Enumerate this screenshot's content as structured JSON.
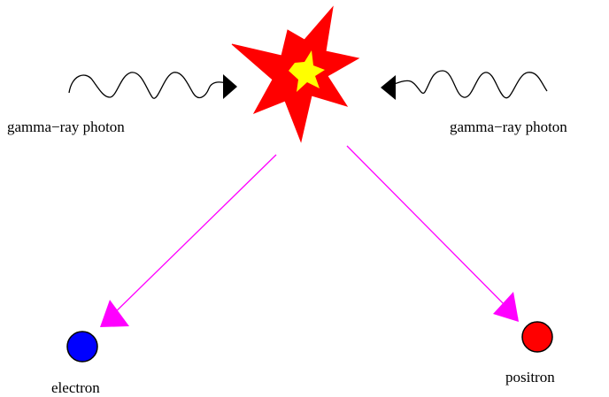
{
  "labels": {
    "left_photon": "gamma−ray photon",
    "right_photon": "gamma−ray photon",
    "electron": "electron",
    "positron": "positron"
  },
  "colors": {
    "background": "#ffffff",
    "wave": "#000000",
    "arrowhead": "#000000",
    "burst_outer": "#ff0000",
    "burst_inner": "#ffff00",
    "trajectory": "#ff00ff",
    "electron": "#0000ff",
    "positron": "#ff0000",
    "particle_outline": "#000000"
  }
}
